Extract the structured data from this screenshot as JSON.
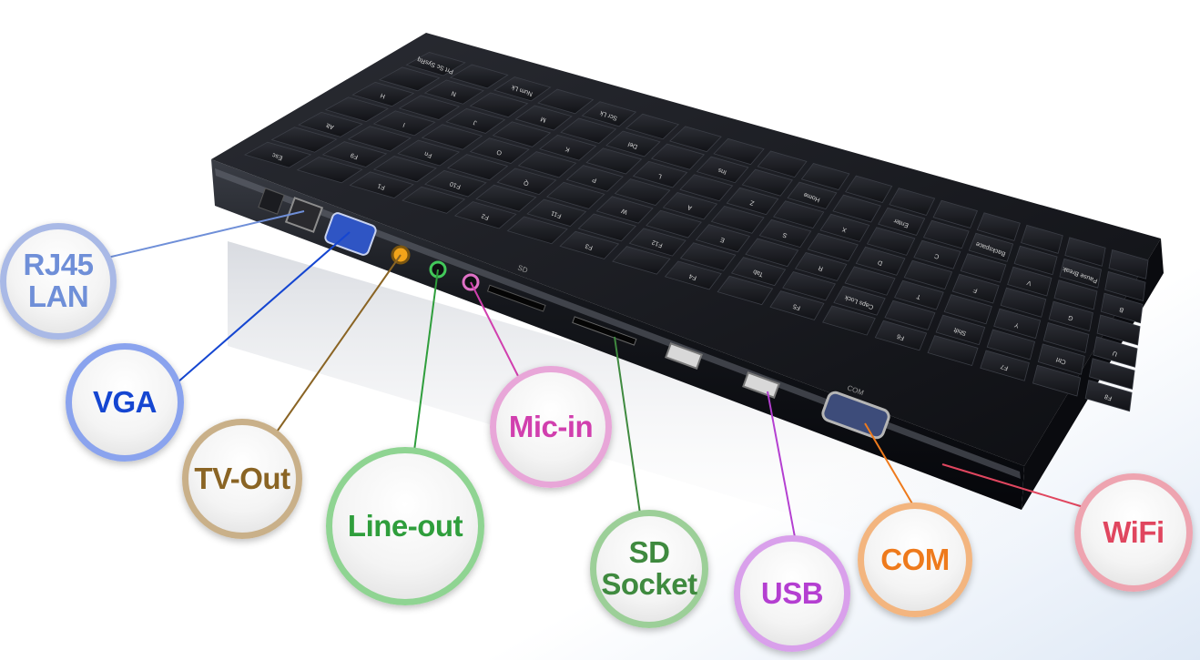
{
  "callouts": [
    {
      "id": "rj45",
      "label": "RJ45\nLAN",
      "color": "#6f8fd8",
      "ring": "#a9b9e6"
    },
    {
      "id": "vga",
      "label": "VGA",
      "color": "#1546d1",
      "ring": "#8aa3ee"
    },
    {
      "id": "tvout",
      "label": "TV-Out",
      "color": "#8a6424",
      "ring": "#c9b089"
    },
    {
      "id": "lineout",
      "label": "Line-out",
      "color": "#2f9e3c",
      "ring": "#8fd492"
    },
    {
      "id": "micin",
      "label": "Mic-in",
      "color": "#d13fae",
      "ring": "#e8a6d8"
    },
    {
      "id": "sdsocket",
      "label": "SD\nSocket",
      "color": "#3f8a3f",
      "ring": "#9ccf98"
    },
    {
      "id": "usb",
      "label": "USB",
      "color": "#b43fd1",
      "ring": "#d9a0eb"
    },
    {
      "id": "com",
      "label": "COM",
      "color": "#ee7a1c",
      "ring": "#f3b57f"
    },
    {
      "id": "wifi",
      "label": "WiFi",
      "color": "#e0465f",
      "ring": "#eea4b0"
    }
  ],
  "keyboard": {
    "key_labels": [
      "Esc",
      "F1",
      "F2",
      "F3",
      "F4",
      "F5",
      "F6",
      "F7",
      "F8",
      "F9",
      "F10",
      "F11",
      "F12",
      "Tab",
      "Caps Lock",
      "Shift",
      "Ctrl",
      "Alt",
      "Fn",
      "Q",
      "W",
      "E",
      "R",
      "T",
      "Y",
      "U",
      "I",
      "O",
      "P",
      "A",
      "S",
      "D",
      "F",
      "G",
      "H",
      "J",
      "K",
      "L",
      "Z",
      "X",
      "C",
      "V",
      "B",
      "N",
      "M",
      "Del",
      "Ins",
      "Home",
      "Enter",
      "Backspace",
      "Pause Break",
      "Prt Sc SysRq",
      "Num Lk",
      "Scr Lk"
    ],
    "port_labels": [
      "SD",
      "COM"
    ]
  }
}
